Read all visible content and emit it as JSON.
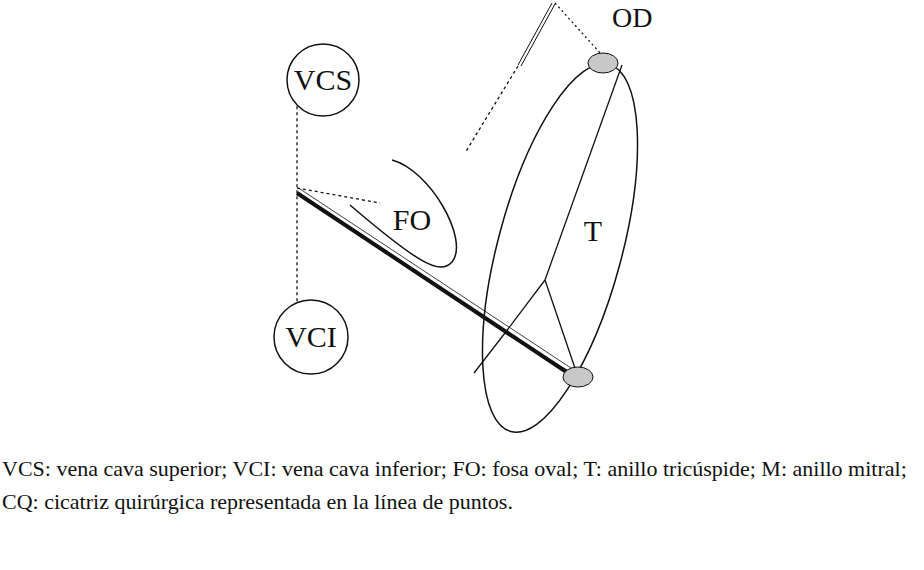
{
  "diagram": {
    "caption": "VCS: vena cava superior; VCI: vena cava inferior; FO: fosa oval; T: anillo tricúspide; M: anillo mitral; CQ: cicatriz quirúrgica representada en la línea de puntos.",
    "nodes": [
      {
        "text": [
          "VCS"
        ]
      },
      {
        "text": [
          "FO"
        ]
      },
      {
        "text": [
          "T"
        ]
      },
      {
        "text": [
          "VCI"
        ]
      }
    ],
    "edges": [
      {
        "from": 0,
        "to": 3,
        "arrow": "none"
      }
    ],
    "labels": [
      "OD"
    ]
  }
}
